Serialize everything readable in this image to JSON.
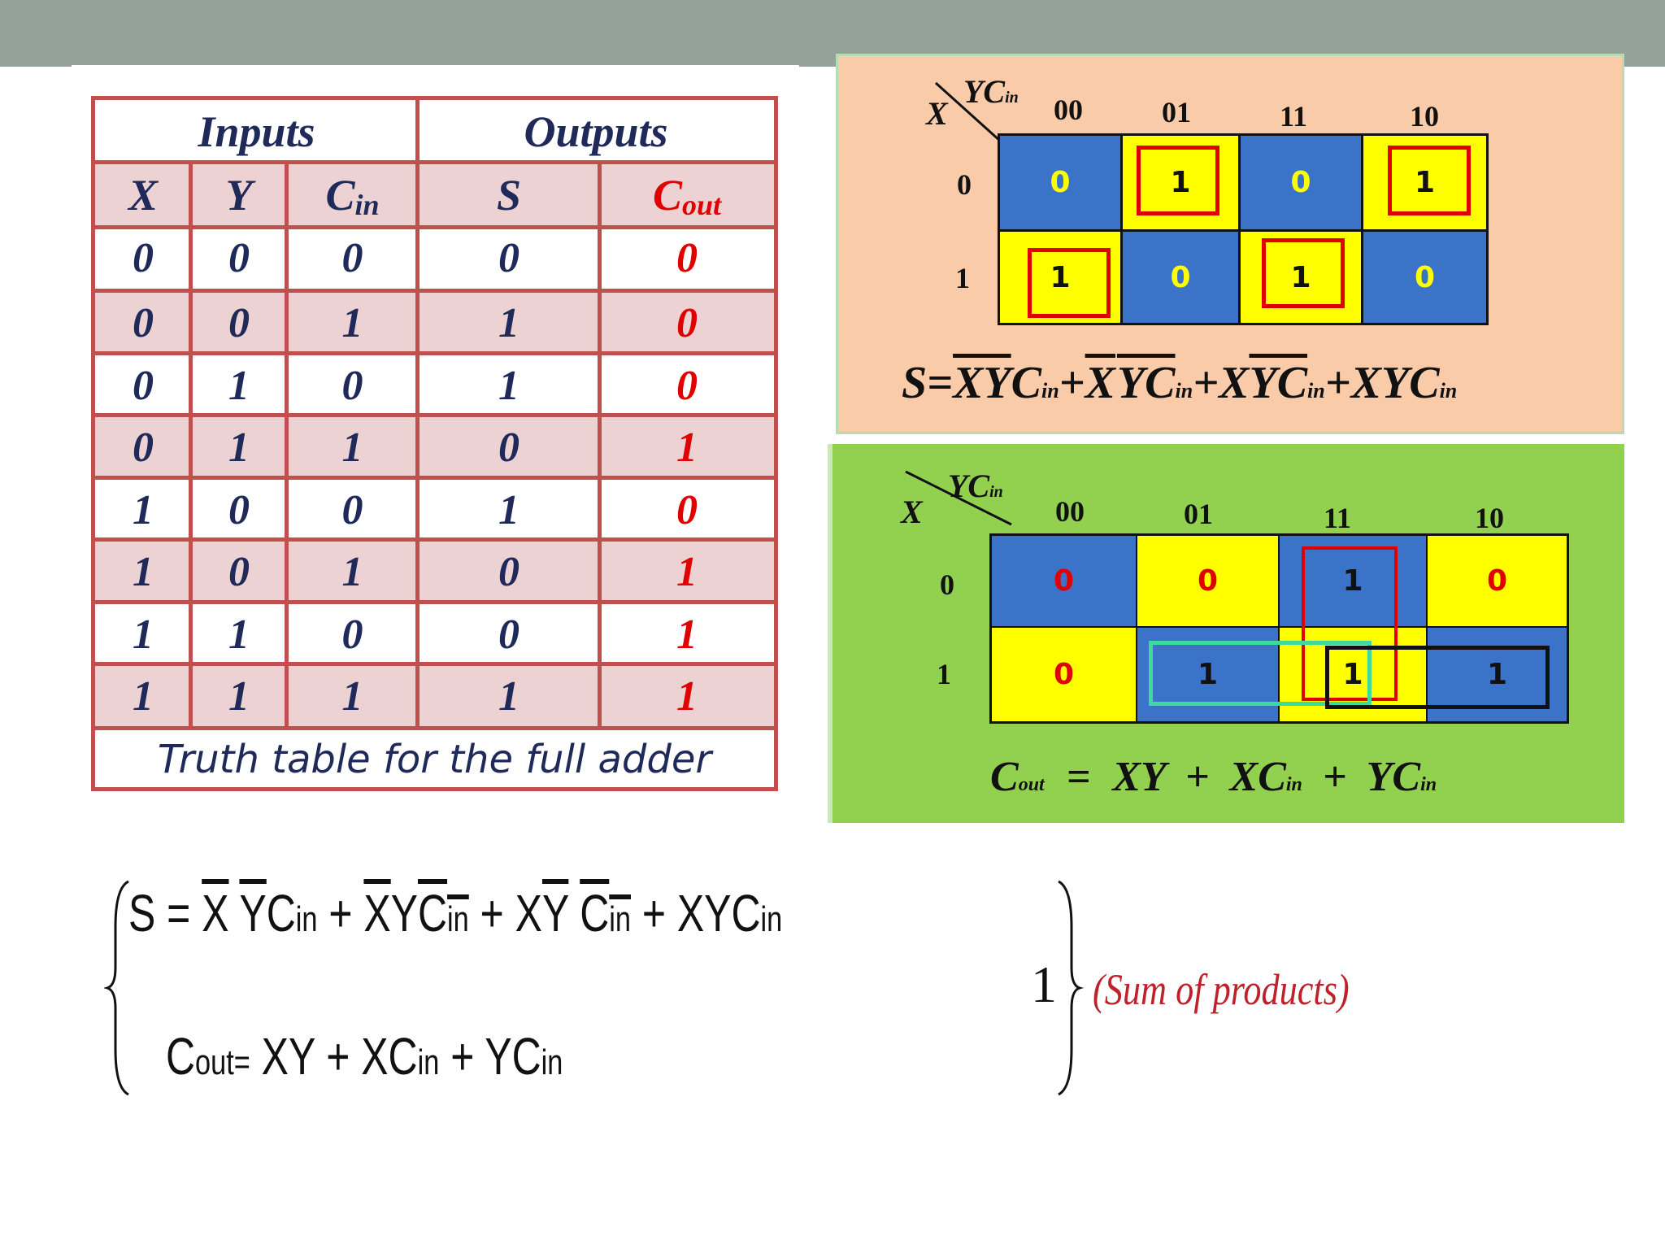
{
  "truth_table": {
    "group_headers": [
      "Inputs",
      "Outputs"
    ],
    "columns": [
      "X",
      "Y",
      "C",
      "S",
      "C"
    ],
    "col_subscripts": [
      "",
      "",
      "in",
      "",
      "out"
    ],
    "rows": [
      [
        "0",
        "0",
        "0",
        "0",
        "0"
      ],
      [
        "0",
        "0",
        "1",
        "1",
        "0"
      ],
      [
        "0",
        "1",
        "0",
        "1",
        "0"
      ],
      [
        "0",
        "1",
        "1",
        "0",
        "1"
      ],
      [
        "1",
        "0",
        "0",
        "1",
        "0"
      ],
      [
        "1",
        "0",
        "1",
        "0",
        "1"
      ],
      [
        "1",
        "1",
        "0",
        "0",
        "1"
      ],
      [
        "1",
        "1",
        "1",
        "1",
        "1"
      ]
    ],
    "caption": "Truth table for the full adder"
  },
  "kmap_sum": {
    "row_var": "X",
    "col_var": "YC",
    "col_var_sub": "in",
    "col_labels": [
      "00",
      "01",
      "11",
      "10"
    ],
    "row_labels": [
      "0",
      "1"
    ],
    "cells": [
      [
        "0",
        "1",
        "0",
        "1"
      ],
      [
        "1",
        "0",
        "1",
        "0"
      ]
    ],
    "equation_prefix": "S=",
    "terms": [
      "XYC",
      "XYC",
      "XYC",
      "XYC"
    ],
    "term_sub": "in",
    "plus": "+"
  },
  "kmap_carry": {
    "row_var": "X",
    "col_var": "YC",
    "col_var_sub": "in",
    "col_labels": [
      "00",
      "01",
      "11",
      "10"
    ],
    "row_labels": [
      "0",
      "1"
    ],
    "cells": [
      [
        "0",
        "0",
        "1",
        "0"
      ],
      [
        "0",
        "1",
        "1",
        "1"
      ]
    ],
    "equation": {
      "lhs": "C",
      "lhs_sub": "out",
      "eq": "=",
      "t1": "XY",
      "plus": "+",
      "t2": "XC",
      "t2_sub": "in",
      "t3": "YC",
      "t3_sub": "in"
    }
  },
  "system": {
    "s_label": "S = ",
    "s_terms": [
      "X",
      "Y",
      "C",
      "in",
      "X",
      "Y",
      "C",
      "in",
      "X",
      "Y",
      "C",
      "in",
      "XYC",
      "in"
    ],
    "plus": "+",
    "cout_label": "C",
    "cout_sub": "out=",
    "cout_terms": [
      "XY",
      "XC",
      "in",
      "YC",
      "in"
    ],
    "equation_number": "1",
    "note": "(Sum of products)"
  },
  "colors": {
    "table_border": "#c0504d",
    "table_pink": "#ecd2d2",
    "table_text": "#1f2a5a",
    "red_text": "#e00000",
    "panel_peach": "#f9cba9",
    "panel_green": "#92d050",
    "kmap_blue": "#3b73c8",
    "kmap_yellow": "#ffff00",
    "topbar": "#93a39b"
  }
}
